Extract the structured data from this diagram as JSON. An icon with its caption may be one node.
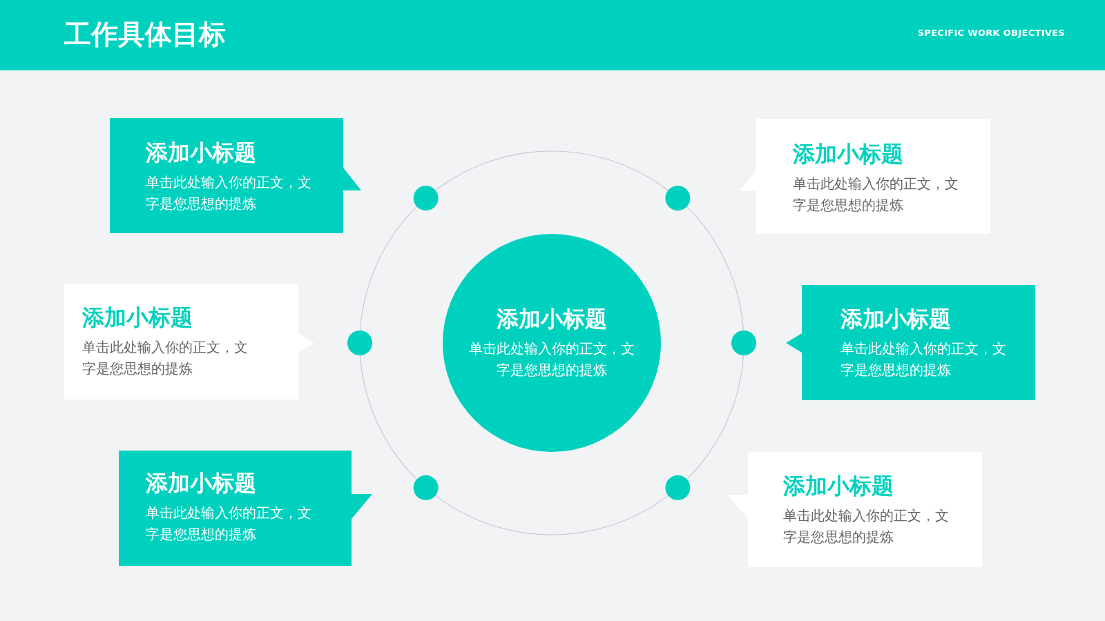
{
  "diagram": {
    "title": "工作具体目标",
    "nodes": [
      {
        "text": [
          "添加小标题",
          "单击此处输入你的正文，文字是您思想的提炼"
        ]
      },
      {
        "text": [
          "添加小标题",
          "单击此处输入你的正文，文字是您思想的提炼"
        ]
      },
      {
        "text": [
          "添加小标题",
          "单击此处输入你的正文，文字是您思想的提炼"
        ]
      },
      {
        "text": [
          "添加小标题",
          "单击此处输入你的正文，文字是您思想的提炼"
        ]
      },
      {
        "text": [
          "添加小标题",
          "单击此处输入你的正文，文字是您思想的提炼"
        ]
      },
      {
        "text": [
          "添加小标题",
          "单击此处输入你的正文，文字是您思想的提炼"
        ]
      },
      {
        "text": [
          "添加小标题",
          "单击此处输入你的正文，文字是您思想的提炼"
        ]
      }
    ],
    "labels": [
      "SPECIFIC WORK OBJECTIVES"
    ]
  }
}
